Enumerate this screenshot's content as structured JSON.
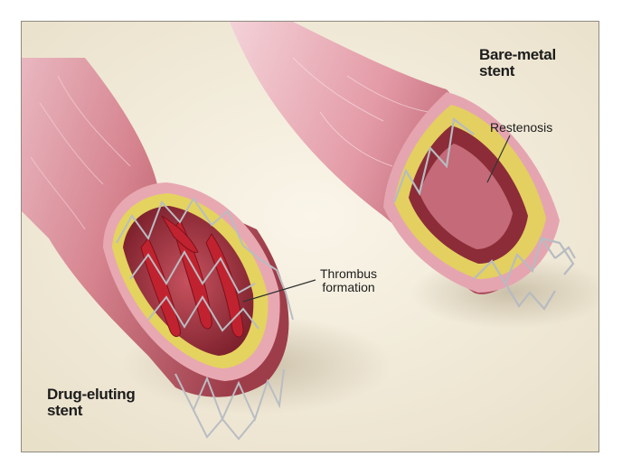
{
  "labels": {
    "drug_eluting_line1": "Drug-eluting",
    "drug_eluting_line2": "stent",
    "bare_metal_line1": "Bare-metal",
    "bare_metal_line2": "stent",
    "restenosis": "Restenosis",
    "thrombus_line1": "Thrombus",
    "thrombus_line2": "formation"
  },
  "colors": {
    "background": "#f3ecdc",
    "vessel_outer": "#d98a96",
    "vessel_highlight": "#f2c8cf",
    "plaque_yellow": "#e6d35a",
    "lumen_red": "#a42a37",
    "thrombus_red": "#c0232f",
    "stent_metal": "#a9adb3"
  }
}
